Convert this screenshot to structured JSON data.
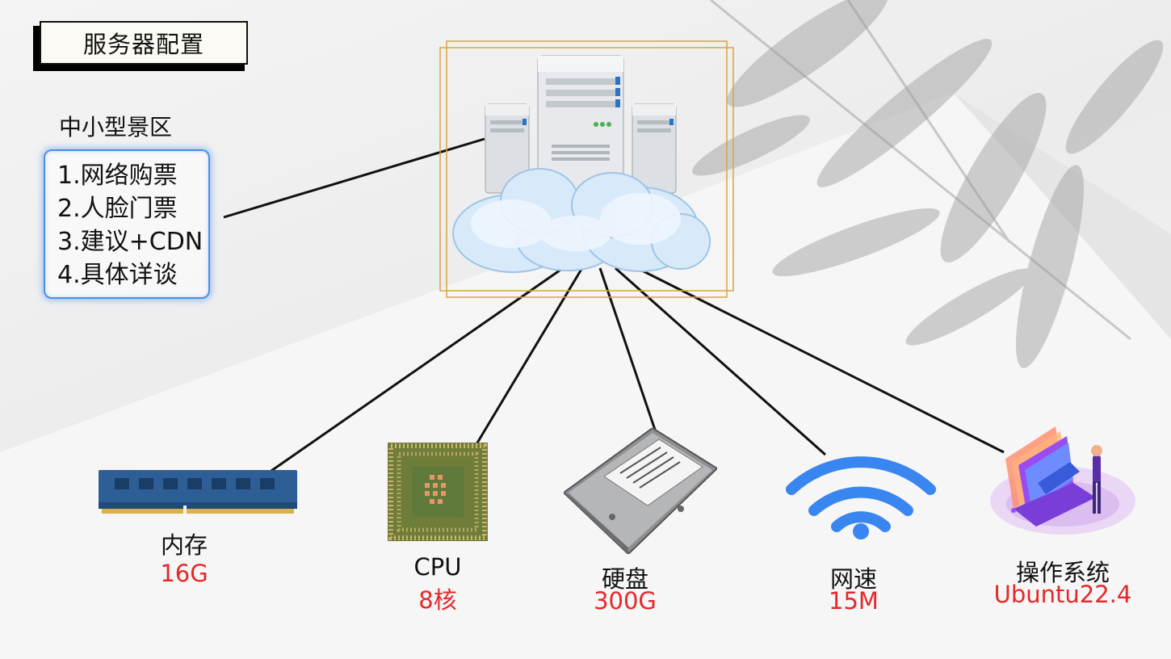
{
  "title": "服务器配置",
  "scenic_type": "中小型景区",
  "features": [
    "1.网络购票",
    "2.人脸门票",
    "3.建议+CDN",
    "4.具体详谈"
  ],
  "components": [
    {
      "label": "内存",
      "value": "16G",
      "icon": "ram-icon"
    },
    {
      "label": "CPU",
      "value": "8核",
      "icon": "cpu-icon"
    },
    {
      "label": "硬盘",
      "value": "300G",
      "icon": "hard-disk-icon"
    },
    {
      "label": "网速",
      "value": "15M",
      "icon": "wifi-icon"
    },
    {
      "label": "操作系统",
      "value": "Ubuntu22.4",
      "icon": "laptop-os-icon"
    }
  ],
  "colors": {
    "value_text": "#e5282a",
    "features_border": "#4a90e2",
    "frame_gold": "#d9a53b",
    "wifi_blue": "#3a86f0"
  }
}
